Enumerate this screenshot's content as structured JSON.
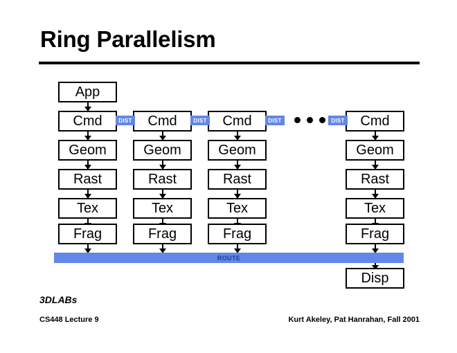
{
  "slide": {
    "title": "Ring Parallelism",
    "footer": {
      "brand": "3DLABs",
      "left": "CS448 Lecture 9",
      "right": "Kurt Akeley, Pat Hanrahan, Fall 2001"
    }
  },
  "colors": {
    "connector_blue": "#6287e8",
    "route_label": "#1d3b96",
    "outline": "#000000",
    "background": "#ffffff"
  },
  "diagram": {
    "type": "pipeline-ring",
    "app_node": {
      "label": "App"
    },
    "display_node": {
      "label": "Disp"
    },
    "route_label": "ROUTE",
    "dist_label": "DIST",
    "ellipsis_dots": 3,
    "stage_labels": [
      "Cmd",
      "Geom",
      "Rast",
      "Tex",
      "Frag"
    ],
    "columns": [
      {
        "id": "col-1",
        "stages": [
          "Cmd",
          "Geom",
          "Rast",
          "Tex",
          "Frag"
        ]
      },
      {
        "id": "col-2",
        "stages": [
          "Cmd",
          "Geom",
          "Rast",
          "Tex",
          "Frag"
        ]
      },
      {
        "id": "col-3",
        "stages": [
          "Cmd",
          "Geom",
          "Rast",
          "Tex",
          "Frag"
        ]
      },
      {
        "id": "col-4",
        "stages": [
          "Cmd",
          "Geom",
          "Rast",
          "Tex",
          "Frag"
        ]
      }
    ],
    "dist_connectors": [
      {
        "id": "dist-1",
        "label": "DIST"
      },
      {
        "id": "dist-2",
        "label": "DIST"
      },
      {
        "id": "dist-3",
        "label": "DIST"
      },
      {
        "id": "dist-4",
        "label": "DIST"
      }
    ]
  }
}
